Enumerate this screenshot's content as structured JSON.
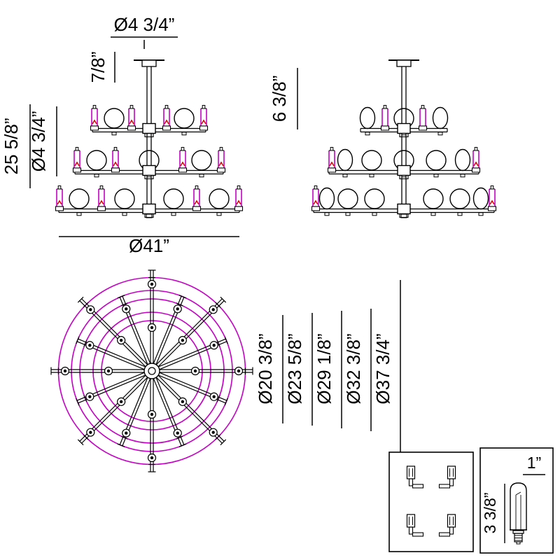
{
  "labels": {
    "canopy_diameter": "Ø4 3/4”",
    "canopy_height": "7/8”",
    "column_diameter": "Ø4 3/4”",
    "overall_height": "25 5/8”",
    "overall_diameter": "Ø41”",
    "top_tier_drop": "6 3/8”",
    "ring_diameters": [
      "Ø20 3/8”",
      "Ø23 5/8”",
      "Ø29 1/8”",
      "Ø32 3/8”",
      "Ø37 3/4”"
    ],
    "bulb_diameter": "1”",
    "bulb_height": "3 3/8”"
  },
  "colors": {
    "line": "#000000",
    "glass_magenta": "#c400c4",
    "marker_red": "#dd0000",
    "background": "#ffffff"
  }
}
